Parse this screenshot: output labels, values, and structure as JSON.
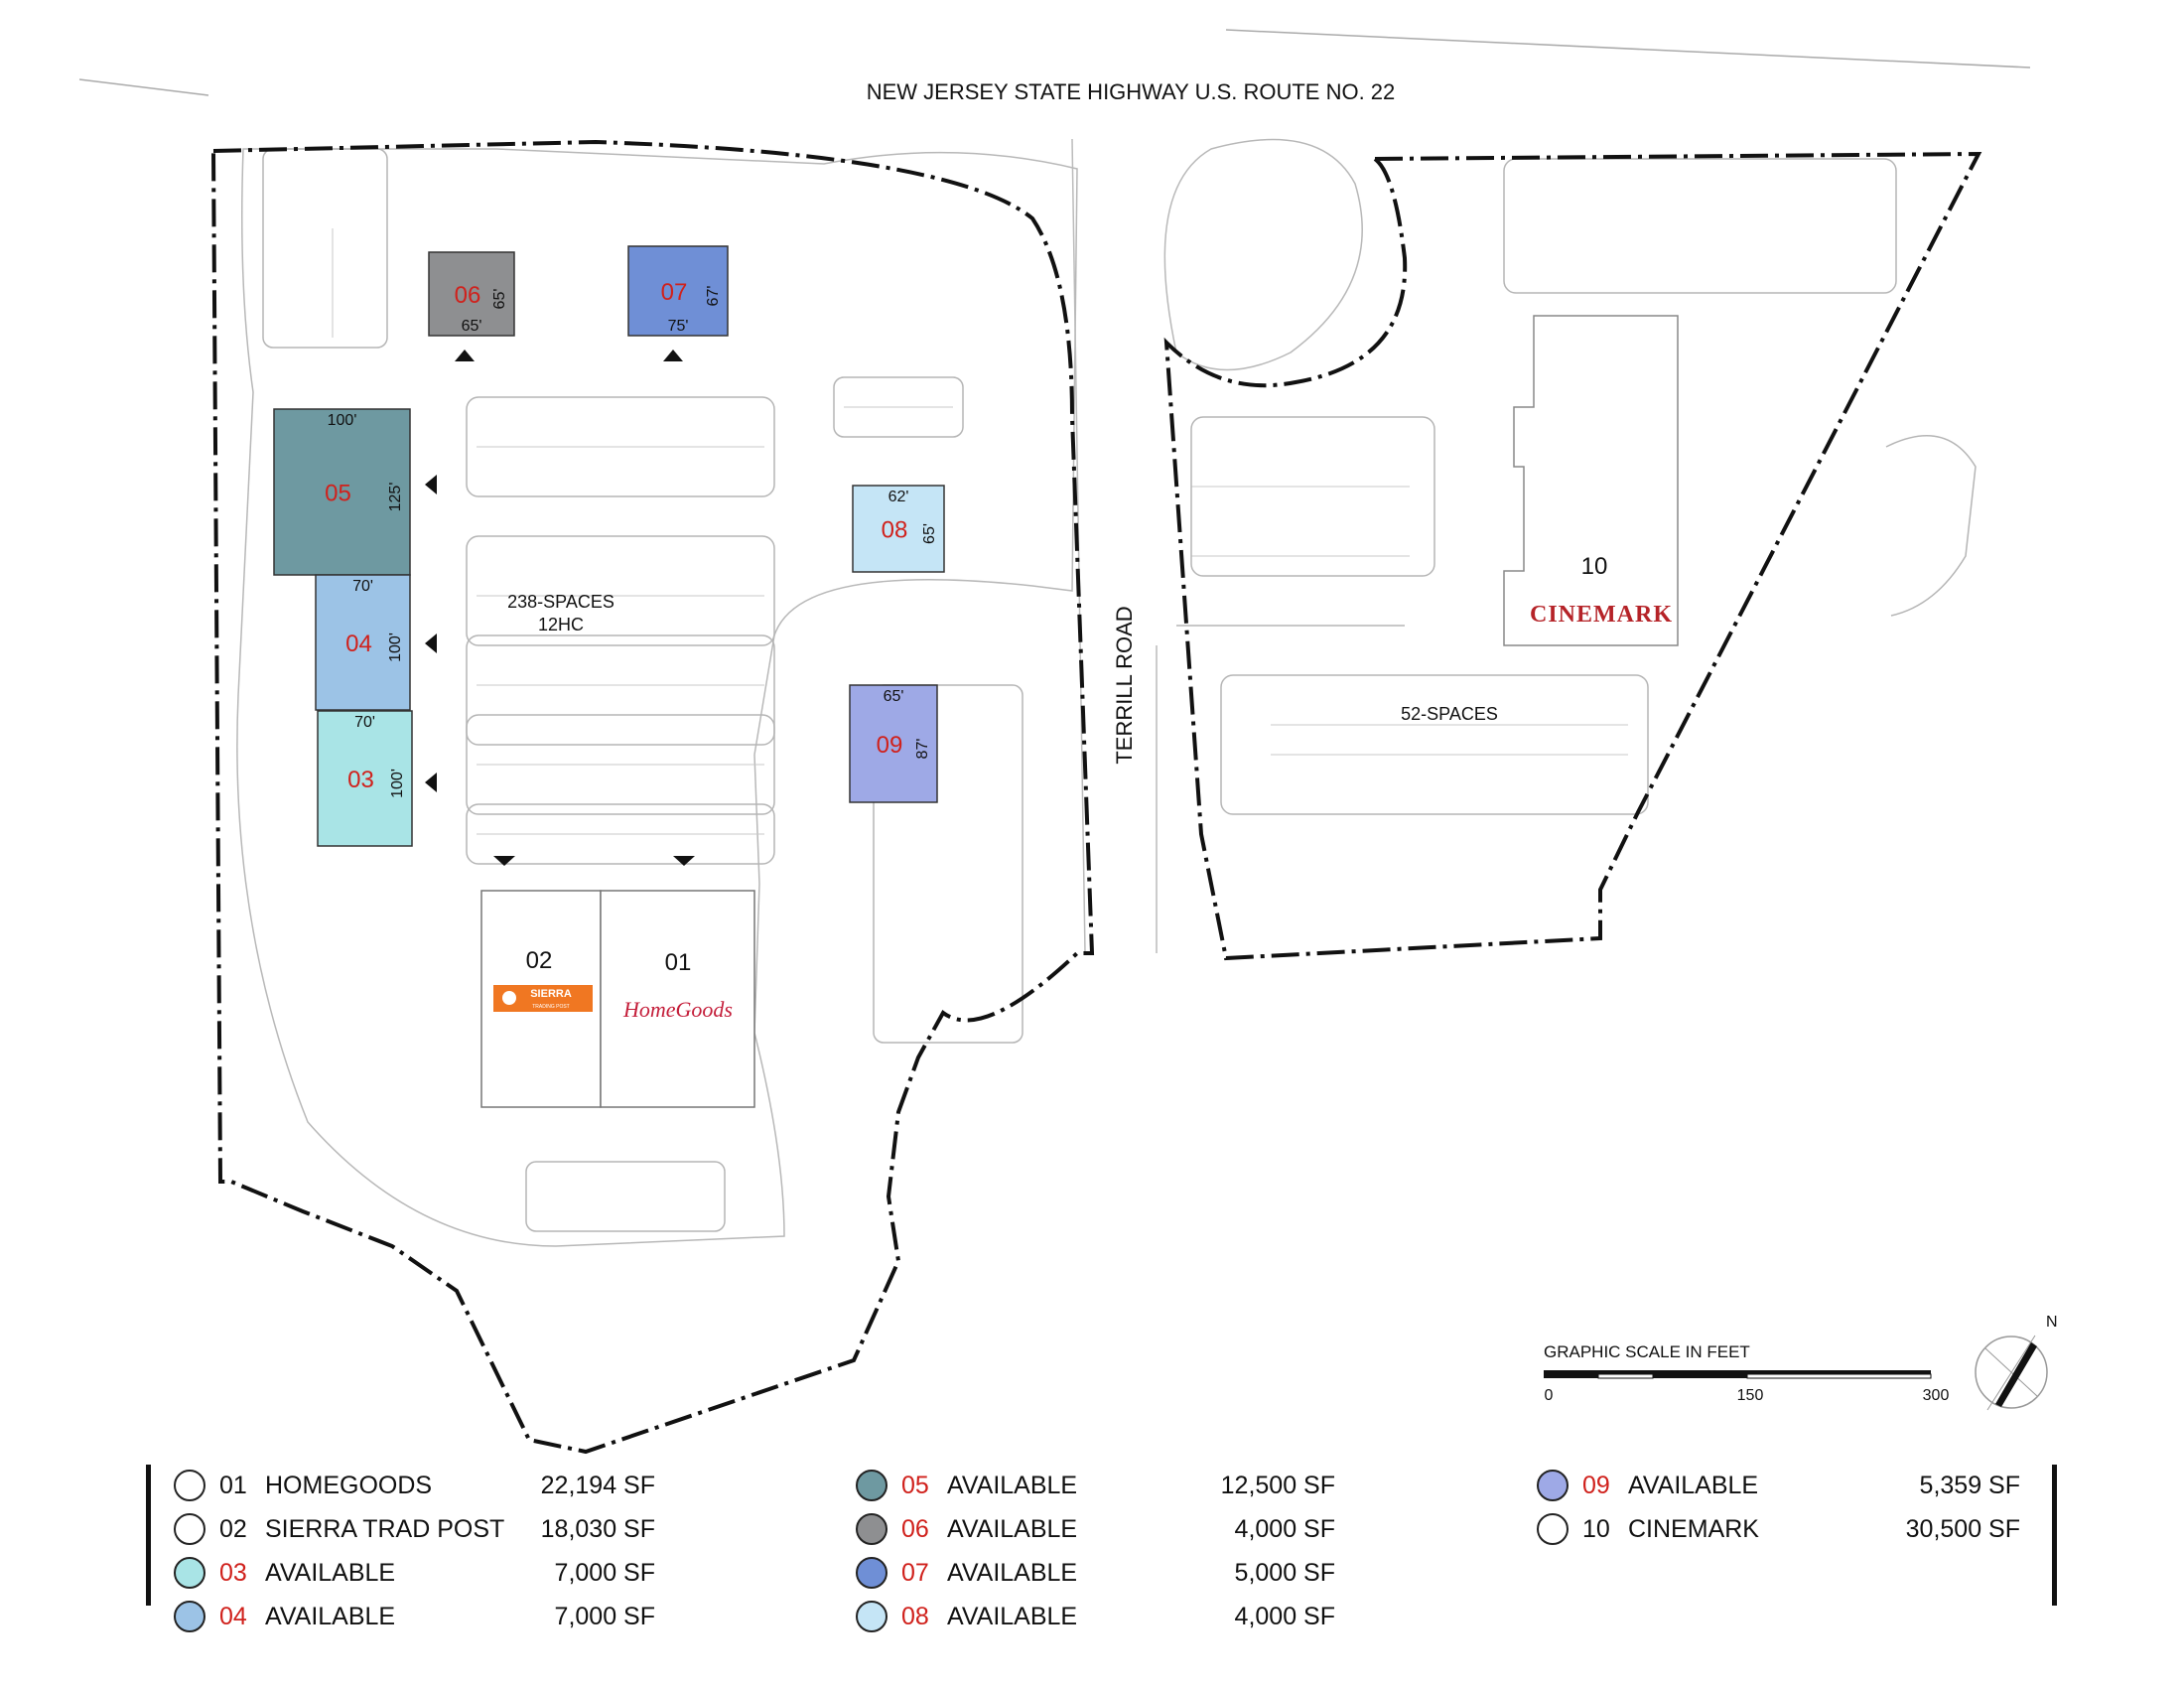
{
  "map": {
    "highway_label": "NEW JERSEY STATE HIGHWAY U.S. ROUTE NO. 22",
    "road_label": "TERRILL ROAD",
    "parking_main": "238-SPACES",
    "parking_main_hc": "12HC",
    "parking_right": "52-SPACES",
    "scale_title": "GRAPHIC SCALE IN FEET",
    "scale_ticks": [
      "0",
      "150",
      "300"
    ],
    "north_label": "N"
  },
  "pads": [
    {
      "id": "06",
      "color": "#8e8f91",
      "top_dim": "",
      "bottom_dim": "65'",
      "side_dim": "65'"
    },
    {
      "id": "07",
      "color": "#6f8fd6",
      "top_dim": "",
      "bottom_dim": "75'",
      "side_dim": "67'"
    },
    {
      "id": "05",
      "color": "#6e99a1",
      "top_dim": "100'",
      "bottom_dim": "",
      "side_dim": "125'"
    },
    {
      "id": "04",
      "color": "#9cc3e6",
      "top_dim": "70'",
      "bottom_dim": "",
      "side_dim": "100'"
    },
    {
      "id": "03",
      "color": "#a9e4e6",
      "top_dim": "70'",
      "bottom_dim": "",
      "side_dim": "100'"
    },
    {
      "id": "08",
      "color": "#c5e5f6",
      "top_dim": "62'",
      "bottom_dim": "",
      "side_dim": "65'"
    },
    {
      "id": "09",
      "color": "#9ea9e6",
      "top_dim": "65'",
      "bottom_dim": "",
      "side_dim": "87'"
    }
  ],
  "anchors": [
    {
      "id": "02",
      "logo": "SIERRA",
      "logo_sub": "TRADING POST"
    },
    {
      "id": "01",
      "logo": "HomeGoods"
    },
    {
      "id": "10",
      "logo": "CINEMARK"
    }
  ],
  "legend": [
    {
      "num": "01",
      "name": "HOMEGOODS",
      "sf": "22,194 SF",
      "color": "#ffffff",
      "red": false
    },
    {
      "num": "02",
      "name": "SIERRA TRAD POST",
      "sf": "18,030 SF",
      "color": "#ffffff",
      "red": false
    },
    {
      "num": "03",
      "name": "AVAILABLE",
      "sf": "7,000 SF",
      "color": "#a9e4e6",
      "red": true
    },
    {
      "num": "04",
      "name": "AVAILABLE",
      "sf": "7,000 SF",
      "color": "#9cc3e6",
      "red": true
    },
    {
      "num": "05",
      "name": "AVAILABLE",
      "sf": "12,500 SF",
      "color": "#6e99a1",
      "red": true
    },
    {
      "num": "06",
      "name": "AVAILABLE",
      "sf": "4,000 SF",
      "color": "#8e8f91",
      "red": true
    },
    {
      "num": "07",
      "name": "AVAILABLE",
      "sf": "5,000 SF",
      "color": "#6f8fd6",
      "red": true
    },
    {
      "num": "08",
      "name": "AVAILABLE",
      "sf": "4,000 SF",
      "color": "#c5e5f6",
      "red": true
    },
    {
      "num": "09",
      "name": "AVAILABLE",
      "sf": "5,359 SF",
      "color": "#9ea9e6",
      "red": true
    },
    {
      "num": "10",
      "name": "CINEMARK",
      "sf": "30,500 SF",
      "color": "#ffffff",
      "red": false
    }
  ]
}
